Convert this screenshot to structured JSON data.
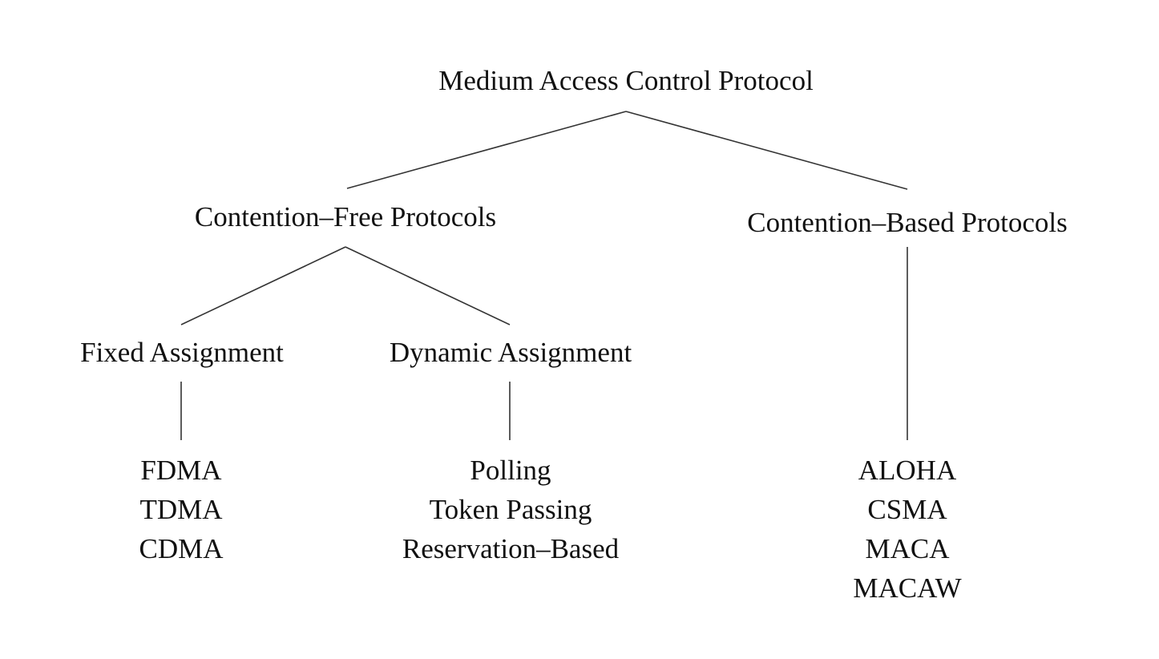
{
  "root": "Medium Access Control Protocol",
  "level1": {
    "contention_free": "Contention–Free Protocols",
    "contention_based": "Contention–Based Protocols"
  },
  "level2": {
    "fixed": "Fixed Assignment",
    "dynamic": "Dynamic Assignment"
  },
  "leaves": {
    "fixed": [
      "FDMA",
      "TDMA",
      "CDMA"
    ],
    "dynamic": [
      "Polling",
      "Token Passing",
      "Reservation–Based"
    ],
    "contention_based": [
      "ALOHA",
      "CSMA",
      "MACA",
      "MACAW"
    ]
  }
}
